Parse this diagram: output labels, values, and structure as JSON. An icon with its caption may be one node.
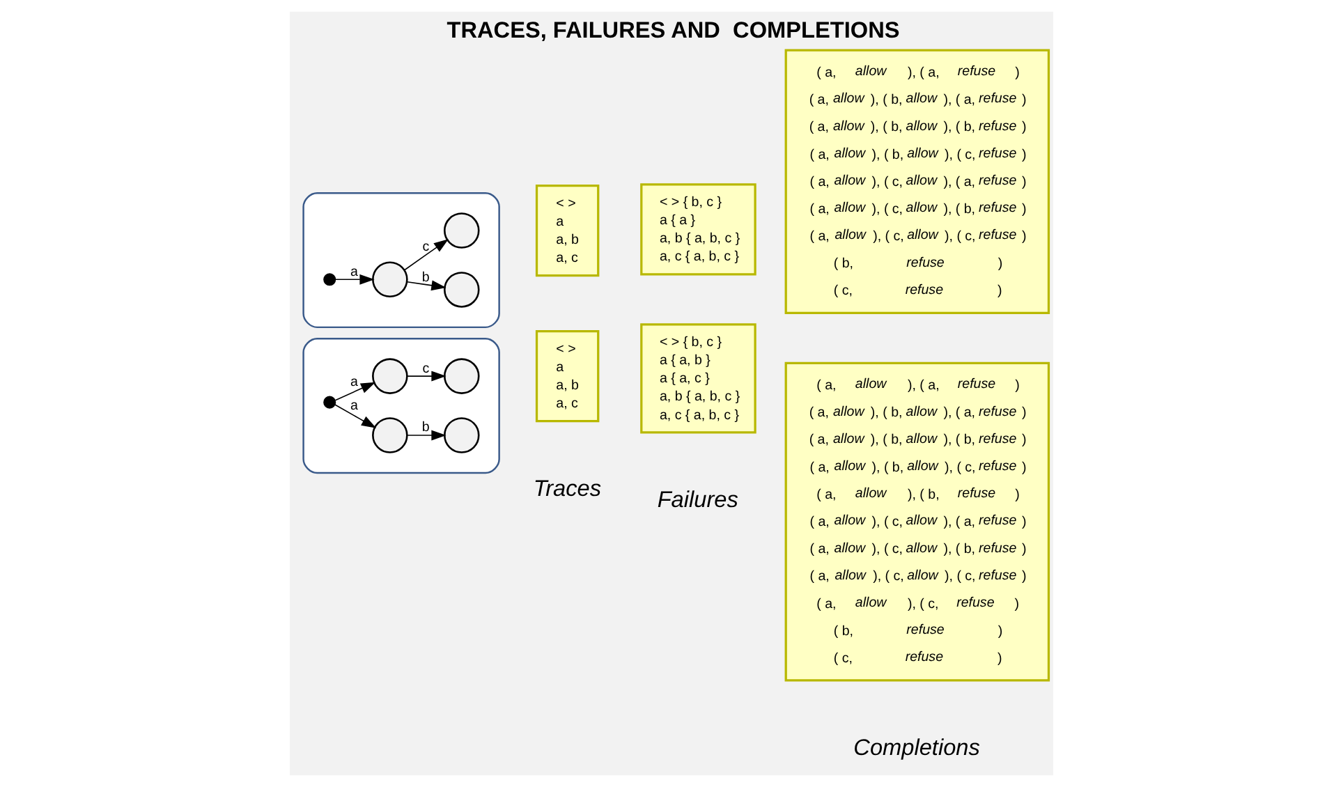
{
  "diagram": {
    "title": "TRACES, FAILURES AND  COMPLETIONS",
    "nodes": [
      {
        "text": [],
        "shape": "box"
      },
      {
        "text": [],
        "shape": "dot",
        "in": 0
      },
      {
        "text": [],
        "shape": "circle",
        "in": 0
      },
      {
        "text": [],
        "shape": "circle",
        "in": 0
      },
      {
        "text": [],
        "shape": "circle",
        "in": 0
      },
      {
        "text": [
          "< >",
          "a",
          "a, b",
          "a, c"
        ]
      },
      {
        "text": [
          "< > { b, c }",
          "a { a }",
          "a, b { a, b, c }",
          "a, c { a, b, c }"
        ]
      },
      {
        "text": [
          "( a, *allow* ), ( a, *refuse* )",
          "( a, *allow* ), ( b, *allow* ), ( a, *refuse* )",
          "( a, *allow* ), ( b, *allow* ), ( b, *refuse* )",
          "( a, *allow* ), ( b, *allow* ), ( c, *refuse* )",
          "( a, *allow* ), ( c, *allow* ), ( a, *refuse* )",
          "( a, *allow* ), ( c, *allow* ), ( b, *refuse* )",
          "( a, *allow* ), ( c, *allow* ), ( c, *refuse* )",
          "( b, *refuse* )",
          "( c, *refuse* )"
        ]
      },
      {
        "text": [],
        "shape": "box"
      },
      {
        "text": [],
        "shape": "dot",
        "in": 8
      },
      {
        "text": [],
        "shape": "circle",
        "in": 8
      },
      {
        "text": [],
        "shape": "circle",
        "in": 8
      },
      {
        "text": [],
        "shape": "circle",
        "in": 8
      },
      {
        "text": [],
        "shape": "circle",
        "in": 8
      },
      {
        "text": [
          "< >",
          "a",
          "a, b",
          "a, c"
        ]
      },
      {
        "text": [
          "< > { b, c }",
          "a { a, b }",
          "a { a, c }",
          "a, b { a, b, c }",
          "a, c { a, b, c }"
        ]
      },
      {
        "text": [
          "( a, *allow* ), ( a, *refuse* )",
          "( a, *allow* ), ( b, *allow* ), ( a, *refuse* )",
          "( a, *allow* ), ( b, *allow* ), ( b, *refuse* )",
          "( a, *allow* ), ( b, *allow* ), ( c, *refuse* )",
          "( a, *allow* ), ( b, *refuse* )",
          "( a, *allow* ), ( c, *allow* ), ( a, *refuse* )",
          "( a, *allow* ), ( c, *allow* ), ( b, *refuse* )",
          "( a, *allow* ), ( c, *allow* ), ( c, *refuse* )",
          "( a, *allow* ), ( c, *refuse* )",
          "( b, *refuse* )",
          "( c, *refuse* )"
        ]
      }
    ],
    "edges": [
      {
        "from": 1,
        "to": 2,
        "arrow": "to",
        "label": "a"
      },
      {
        "from": 2,
        "to": 3,
        "arrow": "to",
        "label": "b"
      },
      {
        "from": 2,
        "to": 4,
        "arrow": "to",
        "label": "c"
      },
      {
        "from": 9,
        "to": 10,
        "arrow": "to",
        "label": "a"
      },
      {
        "from": 10,
        "to": 11,
        "arrow": "to",
        "label": "b"
      },
      {
        "from": 9,
        "to": 12,
        "arrow": "to",
        "label": "a"
      },
      {
        "from": 12,
        "to": 13,
        "arrow": "to",
        "label": "c"
      }
    ],
    "labels": [
      "Traces",
      "Failures",
      "Completions"
    ]
  }
}
